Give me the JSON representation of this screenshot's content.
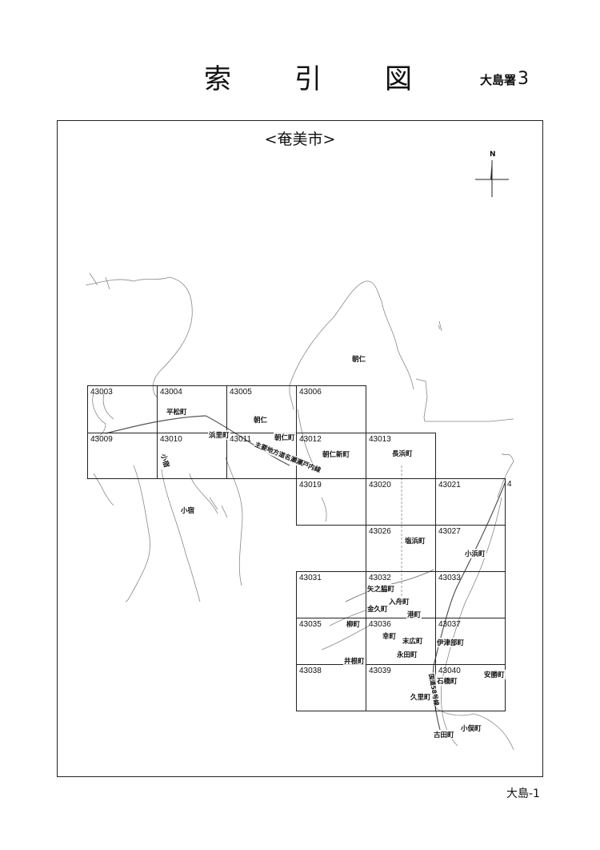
{
  "header": {
    "title_chars": [
      "索",
      "引",
      "図"
    ],
    "office_label": "大島署",
    "office_number": "3"
  },
  "map": {
    "city_label": "<奄美市>",
    "north_label": "N",
    "road_label": "主要地方道名瀬瀬戸内線",
    "road_label_2": "国道58号線"
  },
  "grid_cells": [
    {
      "id": "43003"
    },
    {
      "id": "43004"
    },
    {
      "id": "43005"
    },
    {
      "id": "43006"
    },
    {
      "id": "43009"
    },
    {
      "id": "43010"
    },
    {
      "id": "43011"
    },
    {
      "id": "43012"
    },
    {
      "id": "43013"
    },
    {
      "id": "43019"
    },
    {
      "id": "43020"
    },
    {
      "id": "43021"
    },
    {
      "id": "4"
    },
    {
      "id": "43026"
    },
    {
      "id": "43027"
    },
    {
      "id": "43031"
    },
    {
      "id": "43032"
    },
    {
      "id": "43033"
    },
    {
      "id": "43035"
    },
    {
      "id": "43036"
    },
    {
      "id": "43037"
    },
    {
      "id": "43038"
    },
    {
      "id": "43039"
    },
    {
      "id": "43040"
    }
  ],
  "place_names": [
    {
      "name": "朝仁"
    },
    {
      "name": "平松町"
    },
    {
      "name": "朝仁"
    },
    {
      "name": "浜里町"
    },
    {
      "name": "朝仁町"
    },
    {
      "name": "朝仁新町"
    },
    {
      "name": "長浜町"
    },
    {
      "name": "小宿"
    },
    {
      "name": "小宿"
    },
    {
      "name": "塩浜町"
    },
    {
      "name": "小浜町"
    },
    {
      "name": "矢之脇町"
    },
    {
      "name": "入舟町"
    },
    {
      "name": "金久町"
    },
    {
      "name": "港町"
    },
    {
      "name": "柳町"
    },
    {
      "name": "幸町"
    },
    {
      "name": "末広町"
    },
    {
      "name": "伊津部町"
    },
    {
      "name": "永田町"
    },
    {
      "name": "井根町"
    },
    {
      "name": "石橋町"
    },
    {
      "name": "安勝町"
    },
    {
      "name": "久里町"
    },
    {
      "name": "古田町"
    },
    {
      "name": "小俣町"
    }
  ],
  "footer": {
    "page_label": "大島-1"
  }
}
